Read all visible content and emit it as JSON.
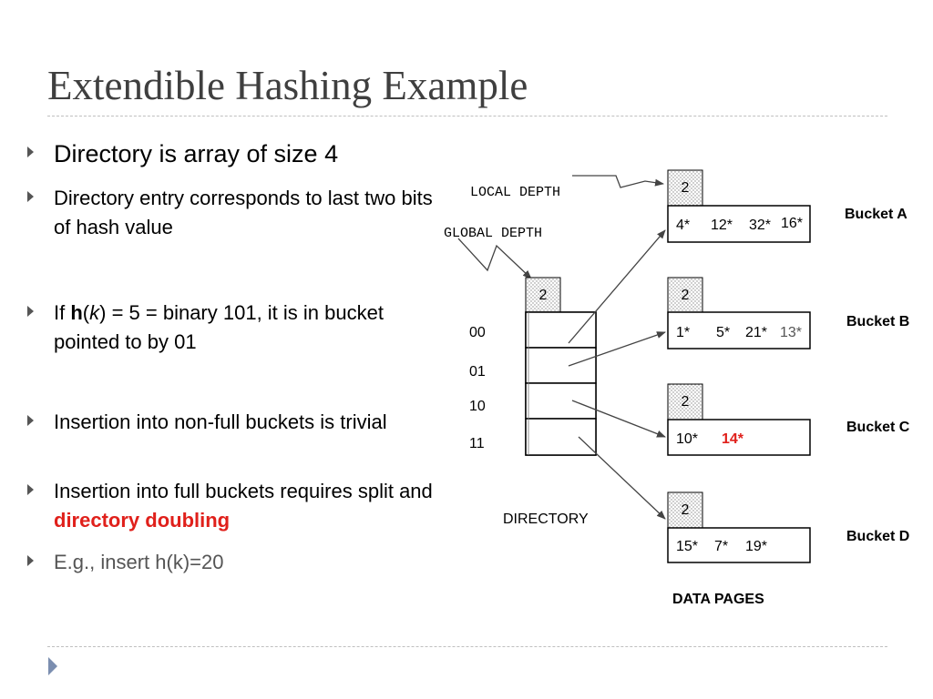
{
  "title": "Extendible Hashing Example",
  "bullets": {
    "b1": "Directory is array of size 4",
    "b2": "Directory entry corresponds to last two bits of hash value",
    "b3": {
      "prefix": "If ",
      "h": "h",
      "paren_open": "(",
      "k": "k",
      "rest": ") = 5 = binary 101,  it is in bucket pointed to by 01"
    },
    "b4": "Insertion into non-full buckets is trivial",
    "b5": {
      "prefix": "Insertion into full buckets requires split and ",
      "highlight": "directory doubling"
    },
    "b6": "E.g., insert h(k)=20"
  },
  "diagram": {
    "local_depth_label": "LOCAL DEPTH",
    "global_depth_label": "GLOBAL DEPTH",
    "global_depth": "2",
    "directory_entries": [
      "00",
      "01",
      "10",
      "11"
    ],
    "directory_label": "DIRECTORY",
    "data_pages_label": "DATA PAGES",
    "buckets": [
      {
        "name": "Bucket A",
        "depth": "2",
        "entries": [
          "4*",
          "12*",
          "32*",
          "16*"
        ],
        "new_entry": ""
      },
      {
        "name": "Bucket B",
        "depth": "2",
        "entries": [
          "1*",
          "5*",
          "21*"
        ],
        "new_entry": "13*"
      },
      {
        "name": "Bucket C",
        "depth": "2",
        "entries": [
          "10*"
        ],
        "new_entry": "14*"
      },
      {
        "name": "Bucket D",
        "depth": "2",
        "entries": [
          "15*",
          "7*",
          "19*"
        ],
        "new_entry": ""
      }
    ],
    "colors": {
      "new_red": "#e0201b",
      "new_gray": "#555555"
    }
  }
}
